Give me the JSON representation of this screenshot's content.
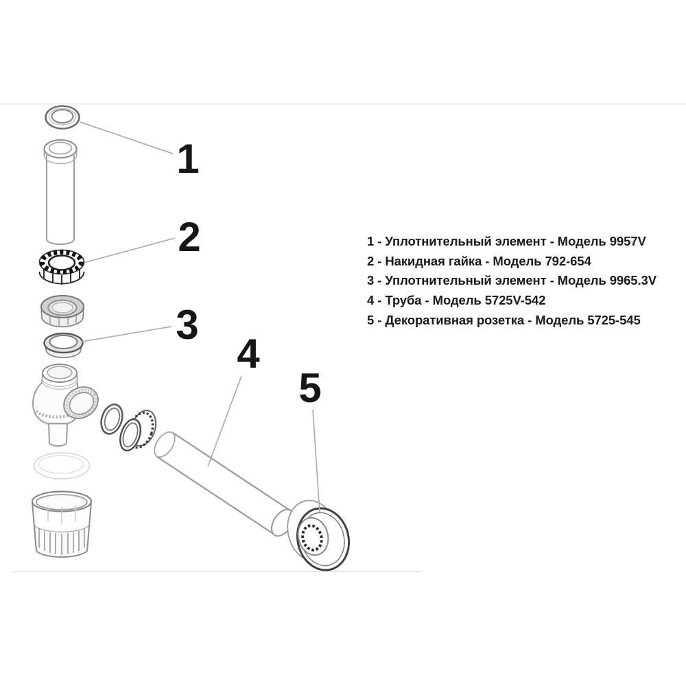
{
  "palette": {
    "background": "#ffffff",
    "ink": "#1a1a1a",
    "line_light": "#9b9b9b",
    "line_dark": "#222222"
  },
  "diagram": {
    "type": "exploded-parts-diagram",
    "callouts": [
      "1",
      "2",
      "3",
      "4",
      "5"
    ]
  },
  "legend": {
    "items": [
      {
        "number": "1",
        "name": "Уплотнительный элемент",
        "model": "Модель 9957V",
        "label": "1 - Уплотнительный элемент - Модель 9957V"
      },
      {
        "number": "2",
        "name": "Накидная гайка",
        "model": "Модель 792-654",
        "label": "2 - Накидная гайка - Модель 792-654"
      },
      {
        "number": "3",
        "name": "Уплотнительный элемент",
        "model": "Модель 9965.3V",
        "label": "3 - Уплотнительный элемент - Модель 9965.3V"
      },
      {
        "number": "4",
        "name": "Труба",
        "model": "Модель 5725V-542",
        "label": "4 - Труба - Модель 5725V-542"
      },
      {
        "number": "5",
        "name": "Декоративная розетка",
        "model": "Модель 5725-545",
        "label": "5 - Декоративная розетка - Модель 5725-545"
      }
    ]
  }
}
